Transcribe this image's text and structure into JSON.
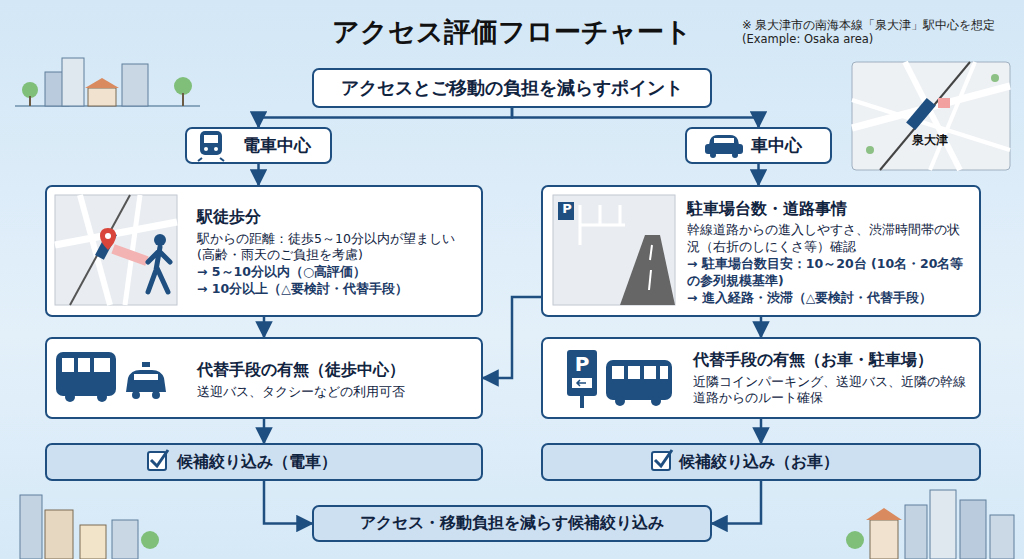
{
  "diagram": {
    "title": "アクセス評価フローチャート",
    "nodes": [
      {
        "text": [
          "アクセスとご移動の負担を減らすポイント"
        ]
      },
      {
        "text": [
          "電車中心"
        ]
      },
      {
        "text": [
          "車中心"
        ]
      },
      {
        "text": [
          "駅徒歩分",
          "駅からの距離：徒歩5～10分以内が望ましい (高齢・雨天のご負担を考慮)",
          "→ 5～10分以内（○高評価）",
          "→ 10分以上（△要検討・代替手段）"
        ]
      },
      {
        "text": [
          "駐車場台数・道路事情",
          "幹線道路からの進入しやすさ、渋滞時間帯の状況（右折のしにくさ等）確認",
          "→ 駐車場台数目安：10～20台 (10名・20名等の参列規模基準)",
          "→ 進入経路・渋滞（△要検討・代替手段）"
        ]
      },
      {
        "text": [
          "代替手段の有無（徒歩中心）",
          "送迎バス、タクシーなどの利用可否"
        ]
      },
      {
        "text": [
          "代替手段の有無（お車・駐車場）",
          "近隣コインパーキング、送迎バス、近隣の幹線道路からのルート確保"
        ]
      },
      {
        "text": [
          "候補絞り込み（電車）"
        ]
      },
      {
        "text": [
          "候補絞り込み（お車）"
        ]
      },
      {
        "text": [
          "アクセス・移動負担を減らす候補絞り込み"
        ]
      }
    ],
    "edges": [
      {
        "from": 0,
        "to": 1,
        "arrow": "to"
      },
      {
        "from": 0,
        "to": 2,
        "arrow": "to"
      },
      {
        "from": 1,
        "to": 3,
        "arrow": "to"
      },
      {
        "from": 2,
        "to": 4,
        "arrow": "to"
      },
      {
        "from": 3,
        "to": 5,
        "arrow": "to"
      },
      {
        "from": 4,
        "to": 6,
        "arrow": "to"
      },
      {
        "from": 4,
        "to": 5,
        "arrow": "to"
      },
      {
        "from": 5,
        "to": 7,
        "arrow": "to"
      },
      {
        "from": 6,
        "to": 8,
        "arrow": "to"
      },
      {
        "from": 7,
        "to": 9,
        "arrow": "to"
      },
      {
        "from": 8,
        "to": 9,
        "arrow": "to"
      }
    ],
    "labels": [
      "※ 泉大津市の南海本線「泉大津」駅中心を想定 (Example: Osaka area)",
      "泉大津",
      "P",
      "P"
    ]
  }
}
